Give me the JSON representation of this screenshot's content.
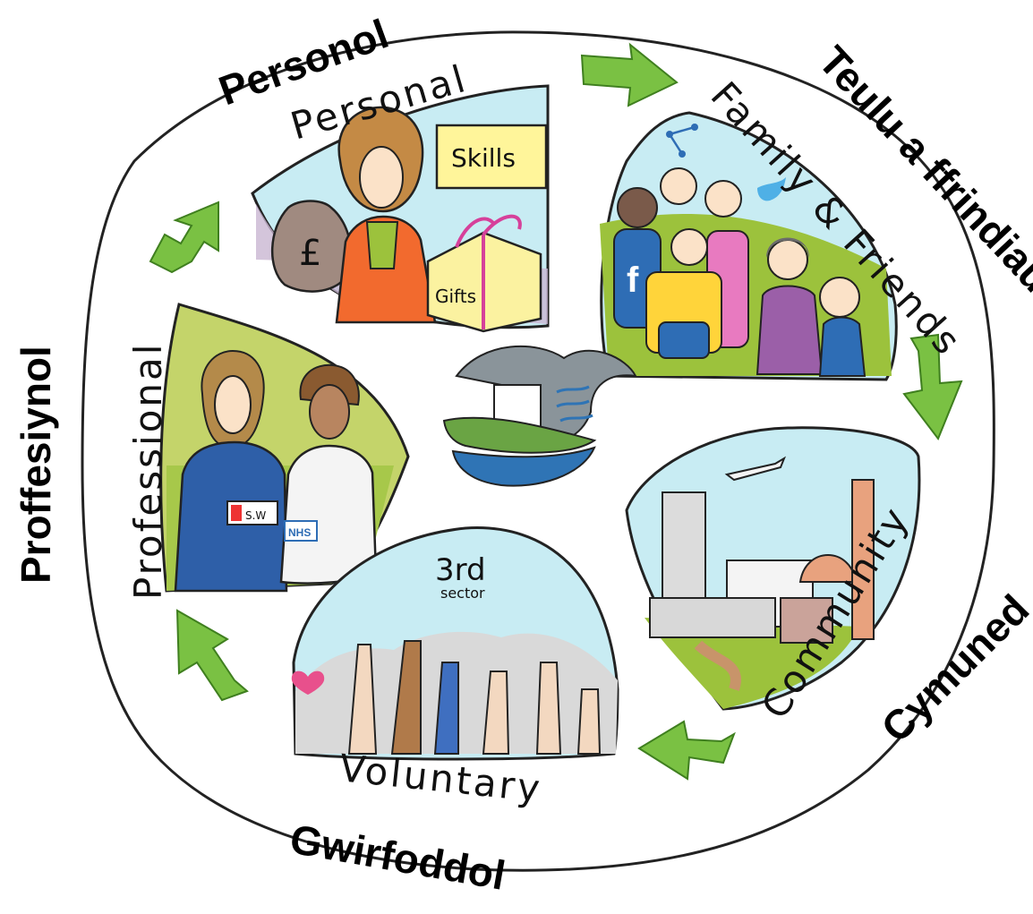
{
  "welsh_labels": {
    "personol": "Personol",
    "teulu": "Teulu a ffrindiau",
    "cymuned": "Cymuned",
    "gwirfoddol": "Gwirfoddol",
    "proffesiynol": "Proffesiynol"
  },
  "english_labels": {
    "personal": "Personal",
    "family": "Family & Friends",
    "community": "Community",
    "voluntary": "Voluntary",
    "professional": "Professional"
  },
  "inner_text": {
    "skills": "Skills",
    "gifts": "Gifts",
    "pound": "£",
    "third": "3rd",
    "sector": "sector",
    "badge_sw": "S.W",
    "badge_nhs": "NHS",
    "facebook": "f"
  },
  "colors": {
    "arrow": "#7ac143",
    "arrow_outline": "#3f7f1f",
    "sky": "#bfe6ef",
    "grass": "#9cc23c",
    "logo_grey": "#8a949a",
    "logo_green": "#6aa444",
    "logo_blue": "#2f74b5"
  }
}
